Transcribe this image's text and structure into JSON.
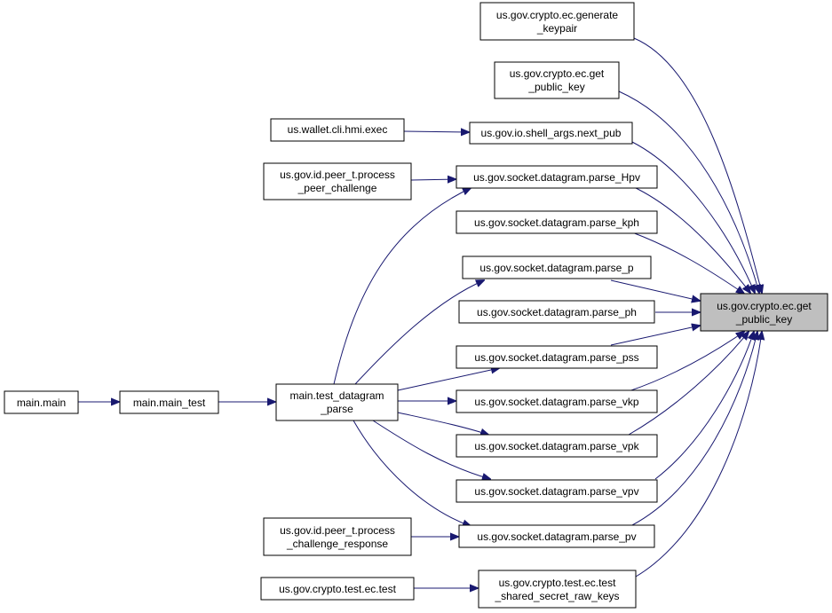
{
  "graph": {
    "edge_color": "#191970",
    "target_fill": "#bfbfbf",
    "nodes": {
      "target": [
        "us.gov.crypto.ec.get",
        "_public_key"
      ],
      "generate_keypair": [
        "us.gov.crypto.ec.generate",
        "_keypair"
      ],
      "get_public_key_2": [
        "us.gov.crypto.ec.get",
        "_public_key"
      ],
      "next_pub": [
        "us.gov.io.shell_args.next_pub"
      ],
      "hmi_exec": [
        "us.wallet.cli.hmi.exec"
      ],
      "parse_hpv": [
        "us.gov.socket.datagram.parse_Hpv"
      ],
      "process_peer_challenge": [
        "us.gov.id.peer_t.process",
        "_peer_challenge"
      ],
      "parse_kph": [
        "us.gov.socket.datagram.parse_kph"
      ],
      "parse_p": [
        "us.gov.socket.datagram.parse_p"
      ],
      "parse_ph": [
        "us.gov.socket.datagram.parse_ph"
      ],
      "parse_pss": [
        "us.gov.socket.datagram.parse_pss"
      ],
      "parse_vkp": [
        "us.gov.socket.datagram.parse_vkp"
      ],
      "parse_vpk": [
        "us.gov.socket.datagram.parse_vpk"
      ],
      "parse_vpv": [
        "us.gov.socket.datagram.parse_vpv"
      ],
      "parse_pv": [
        "us.gov.socket.datagram.parse_pv"
      ],
      "process_challenge_response": [
        "us.gov.id.peer_t.process",
        "_challenge_response"
      ],
      "shared_secret": [
        "us.gov.crypto.test.ec.test",
        "_shared_secret_raw_keys"
      ],
      "ec_test": [
        "us.gov.crypto.test.ec.test"
      ],
      "test_datagram_parse": [
        "main.test_datagram",
        "_parse"
      ],
      "main_test": [
        "main.main_test"
      ],
      "main_main": [
        "main.main"
      ]
    },
    "edges": [
      [
        "generate_keypair",
        "target"
      ],
      [
        "get_public_key_2",
        "target"
      ],
      [
        "next_pub",
        "target"
      ],
      [
        "hmi_exec",
        "next_pub"
      ],
      [
        "parse_hpv",
        "target"
      ],
      [
        "process_peer_challenge",
        "parse_hpv"
      ],
      [
        "test_datagram_parse",
        "parse_hpv"
      ],
      [
        "parse_kph",
        "target"
      ],
      [
        "parse_p",
        "target"
      ],
      [
        "test_datagram_parse",
        "parse_p"
      ],
      [
        "parse_ph",
        "target"
      ],
      [
        "parse_pss",
        "target"
      ],
      [
        "test_datagram_parse",
        "parse_pss"
      ],
      [
        "parse_vkp",
        "target"
      ],
      [
        "test_datagram_parse",
        "parse_vkp"
      ],
      [
        "parse_vpk",
        "target"
      ],
      [
        "test_datagram_parse",
        "parse_vpk"
      ],
      [
        "parse_vpv",
        "target"
      ],
      [
        "test_datagram_parse",
        "parse_vpv"
      ],
      [
        "parse_pv",
        "target"
      ],
      [
        "test_datagram_parse",
        "parse_pv"
      ],
      [
        "process_challenge_response",
        "parse_pv"
      ],
      [
        "shared_secret",
        "target"
      ],
      [
        "ec_test",
        "shared_secret"
      ],
      [
        "main_test",
        "test_datagram_parse"
      ],
      [
        "main_main",
        "main_test"
      ]
    ]
  }
}
